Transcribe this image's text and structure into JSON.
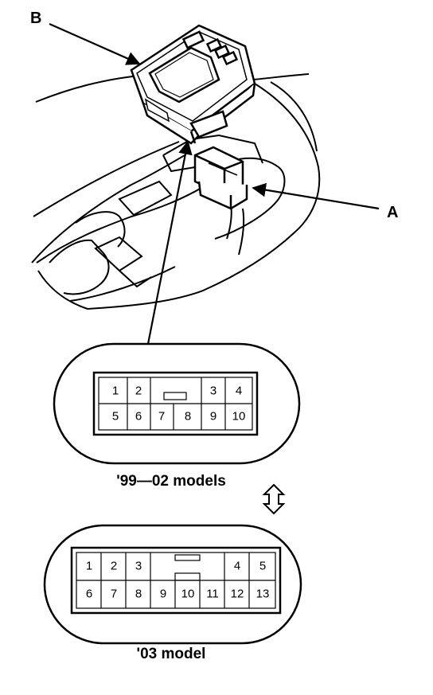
{
  "labels": {
    "switch": "B",
    "connector": "A"
  },
  "captions": {
    "models_99_02": "'99—02 models",
    "model_03": "'03 model"
  },
  "connector_99_02": {
    "pins": [
      "1",
      "2",
      "3",
      "4",
      "5",
      "6",
      "7",
      "8",
      "9",
      "10"
    ]
  },
  "connector_03": {
    "pins": [
      "1",
      "2",
      "3",
      "4",
      "5",
      "6",
      "7",
      "8",
      "9",
      "10",
      "11",
      "12",
      "13"
    ]
  },
  "icons": {
    "swap": "double-arrow-up-down-icon"
  }
}
